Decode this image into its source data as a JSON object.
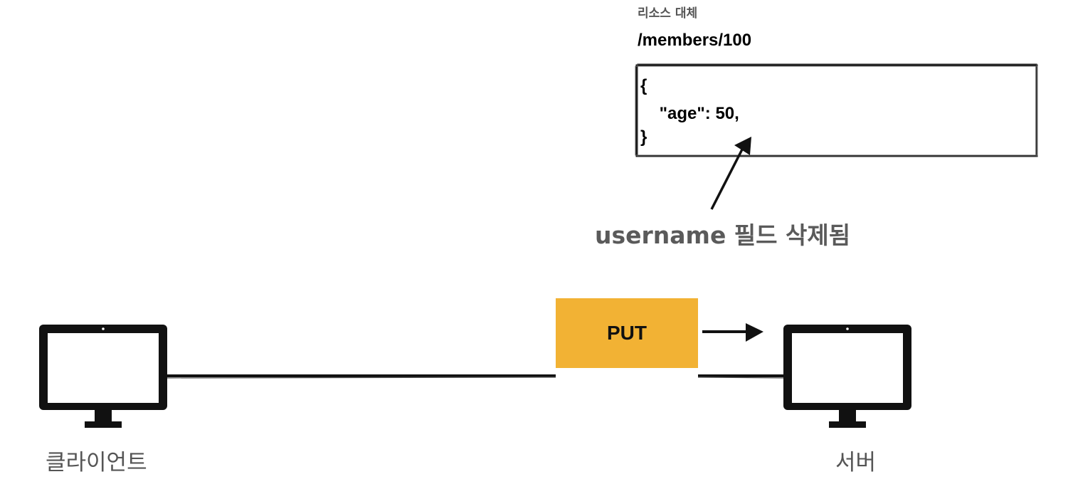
{
  "caption": "리소스 대체",
  "resource_path": "/members/100",
  "resource_body": [
    "{",
    "    \"age\": 50,",
    "}"
  ],
  "annotation": "username 필드 삭제됨",
  "method": "PUT",
  "client_label": "클라이언트",
  "server_label": "서버",
  "icons": {
    "client": "monitor-icon",
    "server": "monitor-icon"
  },
  "colors": {
    "method_box": "#f2b234",
    "line": "#111111",
    "label_text": "#555555"
  }
}
